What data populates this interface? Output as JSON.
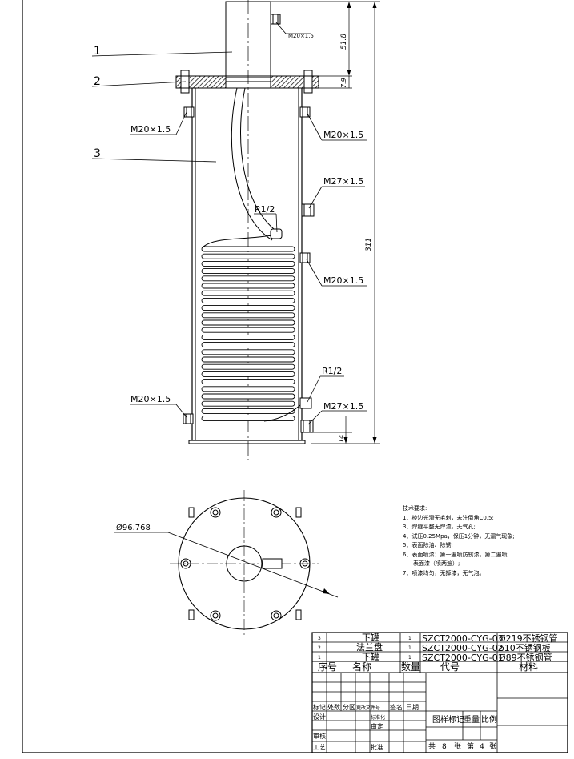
{
  "labels": {
    "part1": "1",
    "part2": "2",
    "part3": "3",
    "thread_top": "M20×1.5",
    "thread_left_upper": "M20×1.5",
    "thread_right_upper": "M20×1.5",
    "thread_m27_upper": "M27×1.5",
    "thread_r12_center": "R1/2",
    "thread_right_mid": "M20×1.5",
    "thread_r12_lower": "R1/2",
    "thread_left_lower": "M20×1.5",
    "thread_m27_lower": "M27×1.5"
  },
  "dimensions": {
    "top_height": "51.8",
    "flange_thickness": "7.9",
    "total_height": "311",
    "bottom_offset": "14",
    "diameter": "Ø96.768"
  },
  "tech_requirements": {
    "title": "技术要求:",
    "items": [
      "1、棱边光滑无毛刺，未注倒角C0.5;",
      "3、焊缝平整无焊渣，无气孔;",
      "4、试压0.25Mpa，保压1分钟，无漏气现象;",
      "5、表面除油、除锈;",
      "6、表面喷漆：第一遍喷防锈漆，第二遍喷",
      "表面漆（喷两遍）;",
      "7、喷漆均匀，无掉漆，无气泡。"
    ]
  },
  "bom": {
    "rows": [
      {
        "no": "3",
        "name": "下罐",
        "qty": "1",
        "code": "SZCT2000-CYG-03",
        "material": "Ø219不锈钢管"
      },
      {
        "no": "2",
        "name": "法兰盘",
        "qty": "1",
        "code": "SZCT2000-CYG-02",
        "material": "δ10不锈钢板"
      },
      {
        "no": "1",
        "name": "下罐",
        "qty": "1",
        "code": "SZCT2000-CYG-01",
        "material": "Ø89不锈钢管"
      }
    ],
    "header": {
      "no": "序号",
      "name": "名称",
      "qty": "数量",
      "code": "代号",
      "material": "材料"
    }
  },
  "title_block": {
    "mark": "标记",
    "count": "处数",
    "zone": "分区",
    "change_doc": "更改文件号",
    "sign": "签名",
    "date": "日期",
    "design": "设计",
    "standardize": "标准化",
    "review": "审定",
    "check": "审核",
    "process": "工艺",
    "approve": "批准",
    "stage_mark": "图样标记",
    "weight": "重量",
    "scale": "比例",
    "total_prefix": "共",
    "total_sheets": "8",
    "sheet_unit": "张",
    "sheet_prefix": "第",
    "sheet_no": "4",
    "sheet_suffix": "张"
  }
}
